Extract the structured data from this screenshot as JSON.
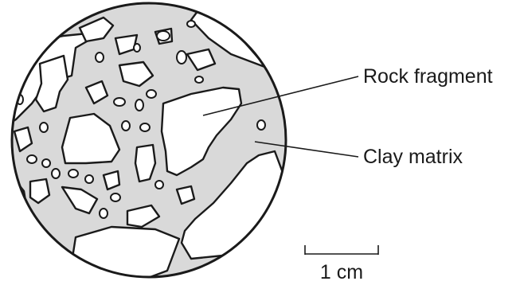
{
  "diagram": {
    "labels": {
      "rock_fragment": "Rock fragment",
      "clay_matrix": "Clay matrix"
    },
    "scale_bar": {
      "label": "1 cm"
    },
    "colors": {
      "clay_matrix_fill": "#d9d9d9",
      "rock_fragment_fill": "#ffffff",
      "outline": "#1a1a1a"
    }
  }
}
